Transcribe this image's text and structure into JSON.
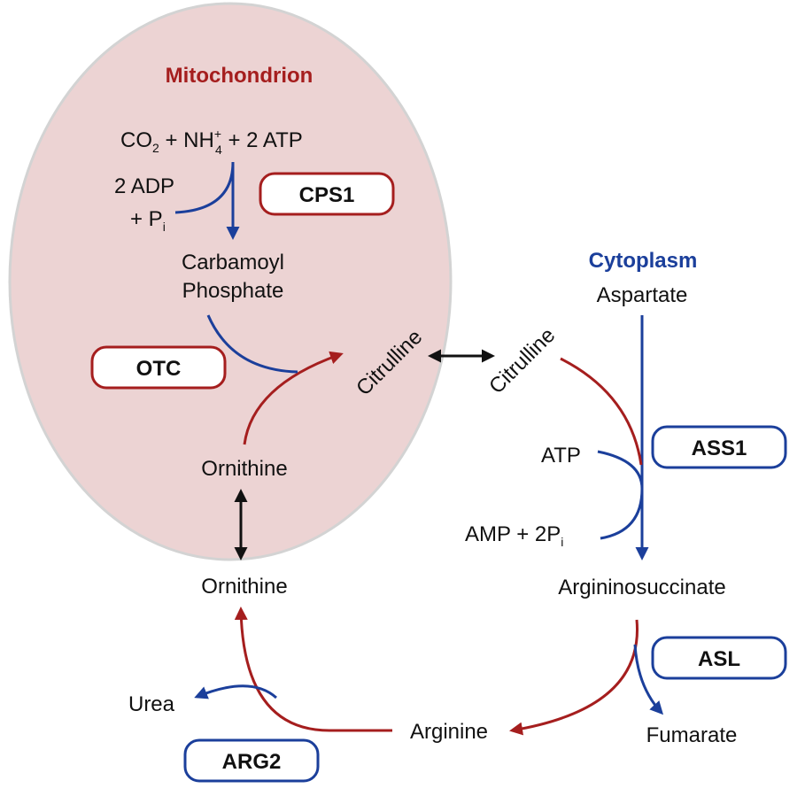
{
  "colors": {
    "mito_fill": "#ecd3d3",
    "mito_stroke": "#d3d3d3",
    "red": "#a51e1e",
    "blue": "#1b3f9b",
    "black": "#111111"
  },
  "regions": {
    "mitochondrion": "Mitochondrion",
    "cytoplasm": "Cytoplasm"
  },
  "enzymes": {
    "cps1": "CPS1",
    "otc": "OTC",
    "ass1": "ASS1",
    "asl": "ASL",
    "arg2": "ARG2"
  },
  "metabolites": {
    "co2": "CO",
    "co2_sub": "2",
    "nh4": " + NH",
    "nh4_sup": "+",
    "nh4_sub": "4",
    "atp2": " + 2 ATP",
    "adp": "2 ADP",
    "pi": "+ P",
    "pi_sub": "i",
    "carbamoyl": "Carbamoyl",
    "phosphate": "Phosphate",
    "citrulline_mito": "Citrulline",
    "citrulline_cyto": "Citrulline",
    "ornithine_mito": "Ornithine",
    "ornithine_cyto": "Ornithine",
    "aspartate": "Aspartate",
    "atp": "ATP",
    "amp": "AMP + 2P",
    "amp_sub": "i",
    "argininosuccinate": "Argininosuccinate",
    "fumarate": "Fumarate",
    "arginine": "Arginine",
    "urea": "Urea"
  }
}
